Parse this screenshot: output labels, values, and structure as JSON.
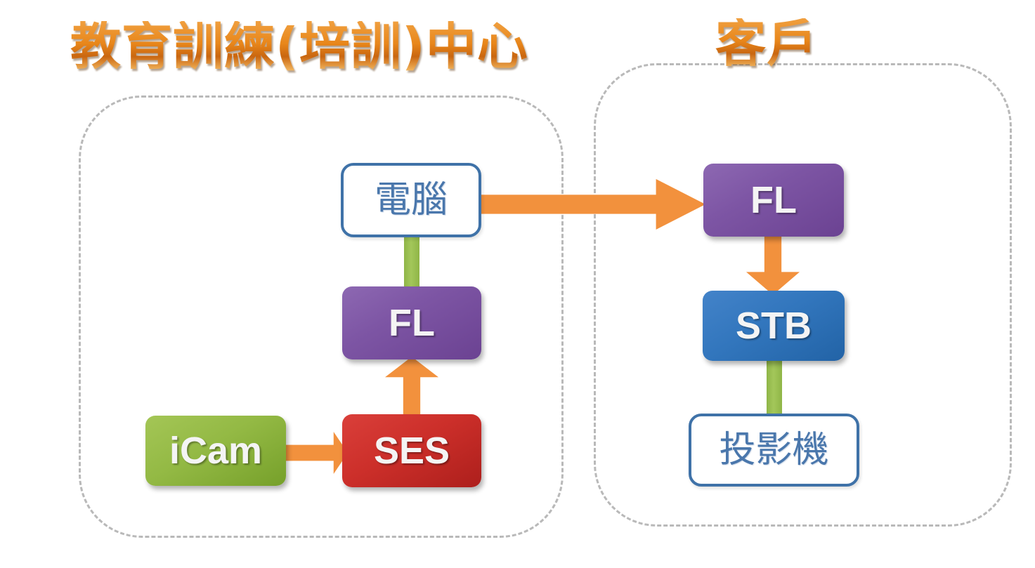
{
  "diagram": {
    "title_note": "system deployment diagram",
    "zones": [
      {
        "id": "training",
        "title": "教育訓練(培訓)中心"
      },
      {
        "id": "customer",
        "title": "客戶"
      }
    ],
    "nodes": [
      {
        "id": "computer",
        "label": "電腦",
        "style": "outline-blue"
      },
      {
        "id": "fl-left",
        "label": "FL",
        "style": "solid-purple"
      },
      {
        "id": "ses",
        "label": "SES",
        "style": "solid-red"
      },
      {
        "id": "icam",
        "label": "iCam",
        "style": "solid-green"
      },
      {
        "id": "fl-right",
        "label": "FL",
        "style": "solid-purple"
      },
      {
        "id": "stb",
        "label": "STB",
        "style": "solid-blue"
      },
      {
        "id": "projector",
        "label": "投影機",
        "style": "outline-blue"
      }
    ],
    "connectors": [
      {
        "id": "computer-fl-left",
        "from": "computer",
        "to": "fl-left",
        "kind": "cable",
        "color": "#9ac252"
      },
      {
        "id": "stb-projector",
        "from": "stb",
        "to": "projector",
        "kind": "cable",
        "color": "#9ac252"
      },
      {
        "id": "computer-fl-right",
        "from": "computer",
        "to": "fl-right",
        "kind": "arrow-right",
        "color": "#f2913d"
      },
      {
        "id": "icam-ses",
        "from": "icam",
        "to": "ses",
        "kind": "arrow-right",
        "color": "#f2913d"
      },
      {
        "id": "ses-fl-left",
        "from": "ses",
        "to": "fl-left",
        "kind": "arrow-up",
        "color": "#f2913d"
      },
      {
        "id": "fl-right-stb",
        "from": "fl-right",
        "to": "stb",
        "kind": "arrow-down",
        "color": "#f2913d"
      }
    ],
    "colors": {
      "title_orange": "#e8861a",
      "zone_border": "#b9b9b9",
      "arrow_orange": "#f2913d",
      "cable_green": "#9ac252",
      "purple": "#7d55a4",
      "red": "#cc2f2a",
      "green": "#93b944",
      "blue": "#3276bd",
      "outline_blue": "#3f72a8",
      "background": "#ffffff"
    }
  }
}
